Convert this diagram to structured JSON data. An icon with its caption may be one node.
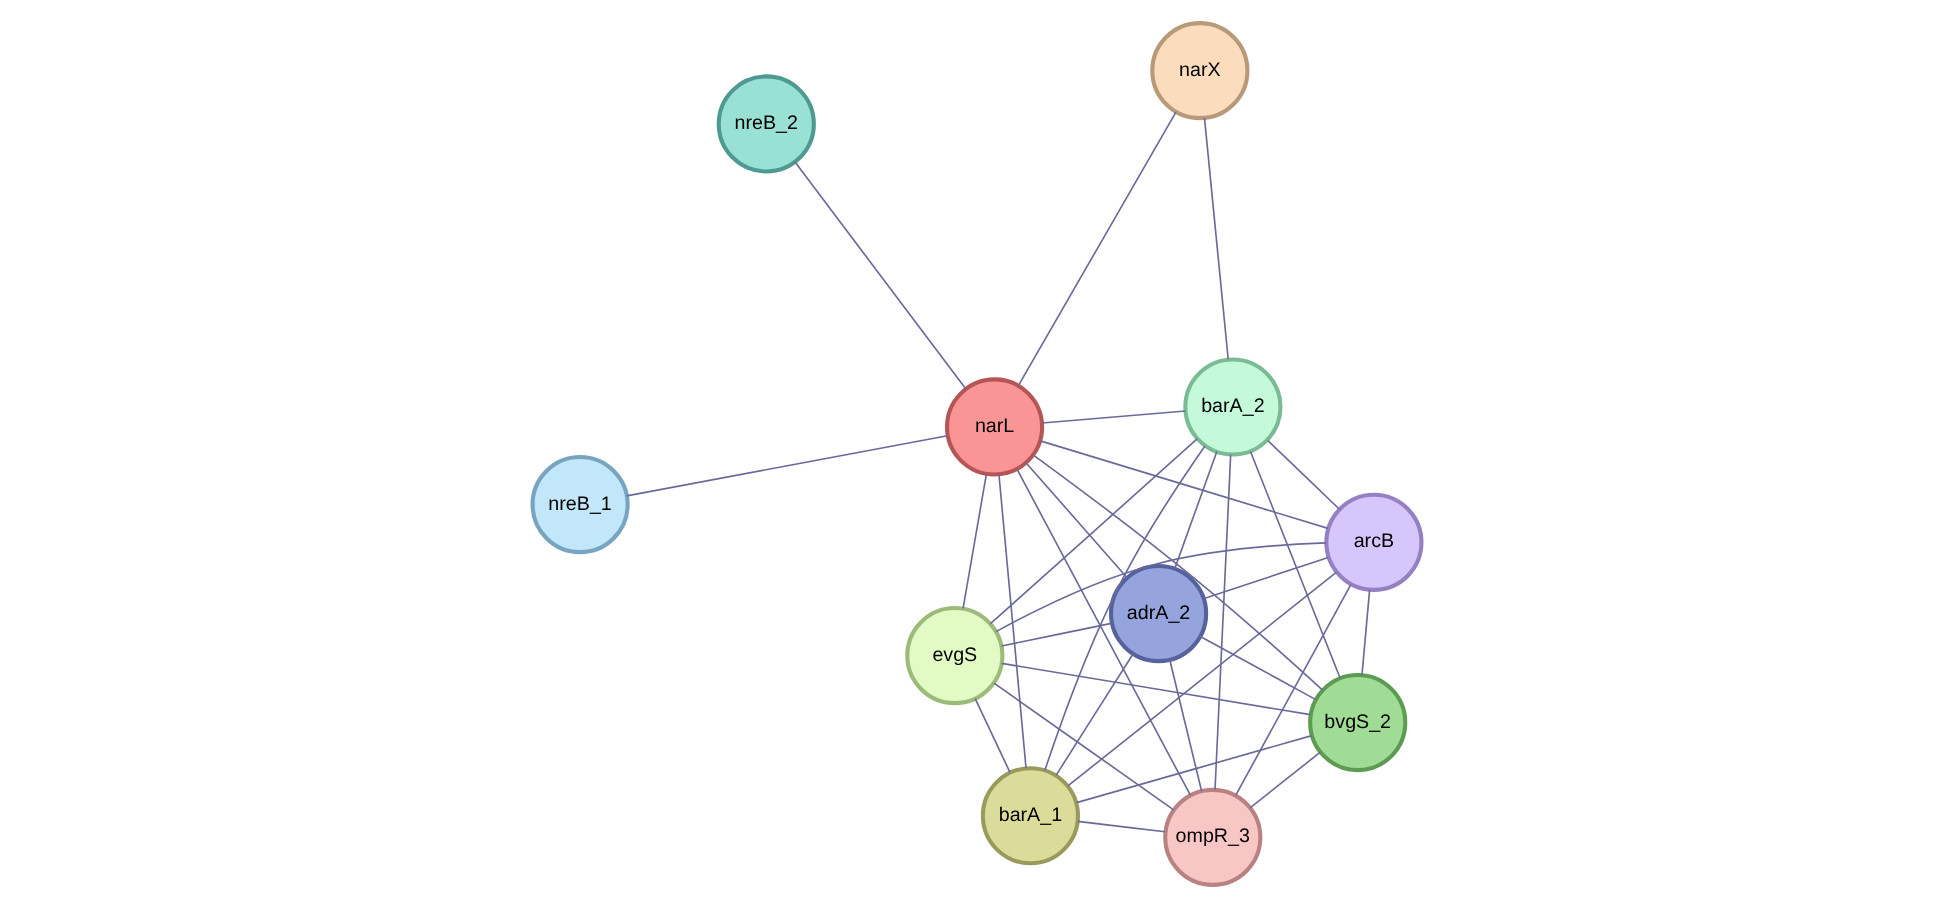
{
  "diagram": {
    "nodes": [
      {
        "text": [
          "nreB_2"
        ]
      },
      {
        "text": [
          "narX"
        ]
      },
      {
        "text": [
          "nreB_1"
        ]
      },
      {
        "text": [
          "narL"
        ]
      },
      {
        "text": [
          "barA_2"
        ]
      },
      {
        "text": [
          "evgS"
        ]
      },
      {
        "text": [
          "barA_1"
        ]
      },
      {
        "text": [
          "arcB"
        ]
      },
      {
        "text": [
          "adrA_2"
        ]
      },
      {
        "text": [
          "ompR_3"
        ]
      },
      {
        "text": [
          "bvgS_2"
        ]
      }
    ],
    "edges": [
      {
        "from": 0,
        "to": 3,
        "arrow": "none"
      },
      {
        "from": 1,
        "to": 3,
        "arrow": "none"
      },
      {
        "from": 1,
        "to": 4,
        "arrow": "none"
      },
      {
        "from": 2,
        "to": 3,
        "arrow": "none"
      },
      {
        "from": 3,
        "to": 4,
        "arrow": "none"
      },
      {
        "from": 3,
        "to": 5,
        "arrow": "none"
      },
      {
        "from": 3,
        "to": 6,
        "arrow": "none"
      },
      {
        "from": 3,
        "to": 7,
        "arrow": "none"
      },
      {
        "from": 3,
        "to": 8,
        "arrow": "none"
      },
      {
        "from": 3,
        "to": 9,
        "arrow": "none"
      },
      {
        "from": 3,
        "to": 10,
        "arrow": "none"
      },
      {
        "from": 4,
        "to": 5,
        "arrow": "none"
      },
      {
        "from": 4,
        "to": 6,
        "arrow": "none"
      },
      {
        "from": 4,
        "to": 7,
        "arrow": "none"
      },
      {
        "from": 4,
        "to": 8,
        "arrow": "none"
      },
      {
        "from": 4,
        "to": 9,
        "arrow": "none"
      },
      {
        "from": 4,
        "to": 10,
        "arrow": "none"
      },
      {
        "from": 5,
        "to": 6,
        "arrow": "none"
      },
      {
        "from": 5,
        "to": 7,
        "arrow": "none"
      },
      {
        "from": 5,
        "to": 8,
        "arrow": "none"
      },
      {
        "from": 5,
        "to": 9,
        "arrow": "none"
      },
      {
        "from": 5,
        "to": 10,
        "arrow": "none"
      },
      {
        "from": 6,
        "to": 7,
        "arrow": "none"
      },
      {
        "from": 6,
        "to": 8,
        "arrow": "none"
      },
      {
        "from": 6,
        "to": 9,
        "arrow": "none"
      },
      {
        "from": 6,
        "to": 10,
        "arrow": "none"
      },
      {
        "from": 7,
        "to": 8,
        "arrow": "none"
      },
      {
        "from": 7,
        "to": 9,
        "arrow": "none"
      },
      {
        "from": 7,
        "to": 10,
        "arrow": "none"
      },
      {
        "from": 8,
        "to": 9,
        "arrow": "none"
      },
      {
        "from": 8,
        "to": 10,
        "arrow": "none"
      },
      {
        "from": 9,
        "to": 10,
        "arrow": "none"
      }
    ]
  }
}
